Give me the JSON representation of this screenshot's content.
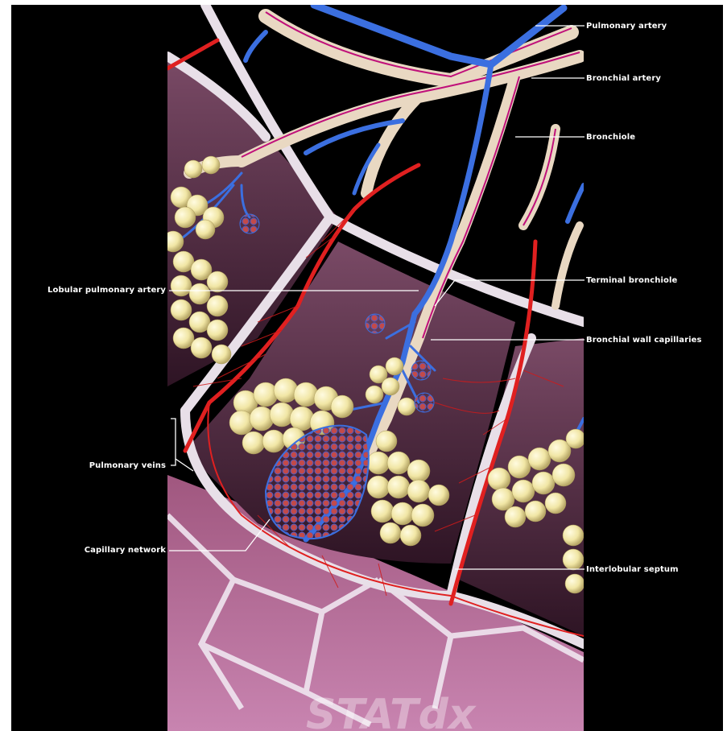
{
  "labels": {
    "pulmonary_artery": "Pulmonary artery",
    "bronchial_artery": "Bronchial artery",
    "bronchiole": "Bronchiole",
    "terminal_bronchiole": "Terminal bronchiole",
    "bronchial_wall_capillaries": "Bronchial wall capillaries",
    "interlobular_septum": "Interlobular septum",
    "lobular_pulmonary_artery": "Lobular pulmonary artery",
    "pulmonary_veins": "Pulmonary veins",
    "capillary_network": "Capillary network"
  },
  "watermark": "STATdx",
  "colors": {
    "background": "#000000",
    "septum": "#e8dfe8",
    "lobule_fill": "#5b2d46",
    "pleura_pink": "#b46a9a",
    "artery_blue": "#3b6fe0",
    "vein_red": "#e02020",
    "bronchus_tan": "#e9d8c2",
    "alveoli_yellow": "#f1e6a5"
  }
}
